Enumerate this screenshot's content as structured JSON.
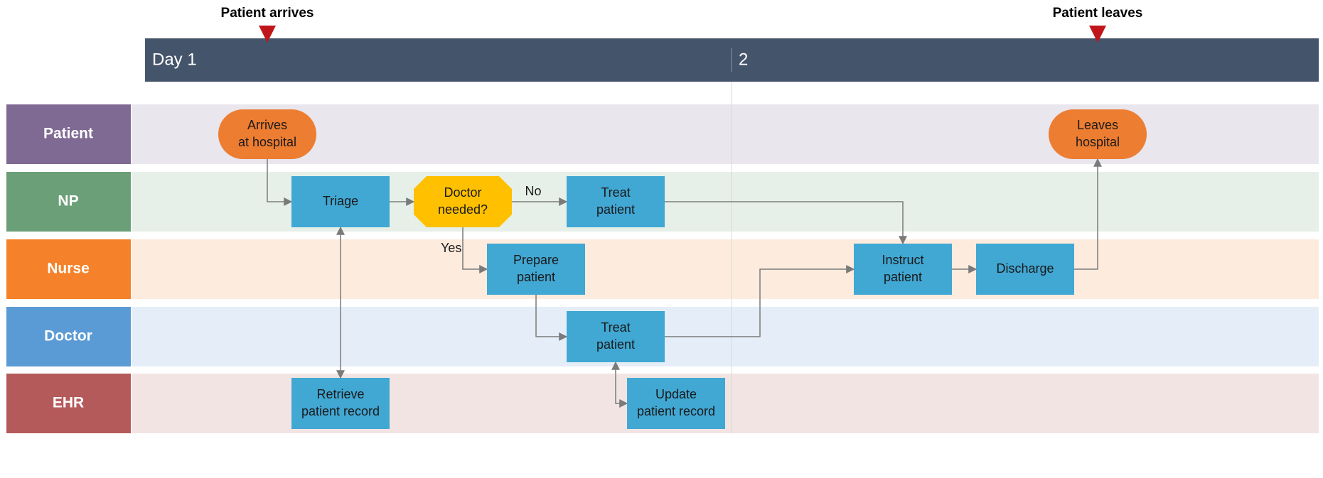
{
  "milestones": [
    {
      "id": "arrive",
      "label": "Patient arrives",
      "color": "#C0161B"
    },
    {
      "id": "leave",
      "label": "Patient leaves",
      "color": "#C0161B"
    }
  ],
  "timeline": {
    "bar_color": "#44546A",
    "days": [
      "Day 1",
      "2"
    ]
  },
  "lanes": [
    {
      "id": "patient",
      "label": "Patient",
      "header_color": "#7F6A93",
      "band_color": "#E9E6ED"
    },
    {
      "id": "np",
      "label": "NP",
      "header_color": "#6A9F78",
      "band_color": "#E6F0E8"
    },
    {
      "id": "nurse",
      "label": "Nurse",
      "header_color": "#F5822A",
      "band_color": "#FDEBDE"
    },
    {
      "id": "doctor",
      "label": "Doctor",
      "header_color": "#5B9BD5",
      "band_color": "#E5EEF8"
    },
    {
      "id": "ehr",
      "label": "EHR",
      "header_color": "#B55A5B",
      "band_color": "#F3E4E4"
    }
  ],
  "nodes": [
    {
      "id": "arrives",
      "shape": "terminator",
      "lines": [
        "Arrives",
        "at hospital"
      ],
      "color": "#ED7D31"
    },
    {
      "id": "triage",
      "shape": "process",
      "lines": [
        "Triage"
      ],
      "color": "#41A7D3"
    },
    {
      "id": "doctor-needed",
      "shape": "decision",
      "lines": [
        "Doctor",
        "needed?"
      ],
      "color": "#FFC000"
    },
    {
      "id": "treat-np",
      "shape": "process",
      "lines": [
        "Treat",
        "patient"
      ],
      "color": "#41A7D3"
    },
    {
      "id": "prepare",
      "shape": "process",
      "lines": [
        "Prepare",
        "patient"
      ],
      "color": "#41A7D3"
    },
    {
      "id": "treat-doc",
      "shape": "process",
      "lines": [
        "Treat",
        "patient"
      ],
      "color": "#41A7D3"
    },
    {
      "id": "retrieve",
      "shape": "process",
      "lines": [
        "Retrieve",
        "patient record"
      ],
      "color": "#41A7D3"
    },
    {
      "id": "update",
      "shape": "process",
      "lines": [
        "Update",
        "patient record"
      ],
      "color": "#41A7D3"
    },
    {
      "id": "instruct",
      "shape": "process",
      "lines": [
        "Instruct",
        "patient"
      ],
      "color": "#41A7D3"
    },
    {
      "id": "discharge",
      "shape": "process",
      "lines": [
        "Discharge"
      ],
      "color": "#41A7D3"
    },
    {
      "id": "leaves",
      "shape": "terminator",
      "lines": [
        "Leaves",
        "hospital"
      ],
      "color": "#ED7D31"
    }
  ],
  "edges": [
    {
      "id": "e1",
      "from": "arrives",
      "to": "triage",
      "label": ""
    },
    {
      "id": "e2",
      "from": "triage",
      "to": "doctor-needed",
      "label": ""
    },
    {
      "id": "e3",
      "from": "doctor-needed",
      "to": "treat-np",
      "label": "No"
    },
    {
      "id": "e4",
      "from": "doctor-needed",
      "to": "prepare",
      "label": "Yes"
    },
    {
      "id": "e5",
      "from": "prepare",
      "to": "treat-doc",
      "label": ""
    },
    {
      "id": "e6",
      "from": "triage",
      "to": "retrieve",
      "label": "",
      "bidirectional": true
    },
    {
      "id": "e7",
      "from": "treat-doc",
      "to": "update",
      "label": "",
      "bidirectional": true
    },
    {
      "id": "e8",
      "from": "treat-np",
      "to": "instruct",
      "label": ""
    },
    {
      "id": "e9",
      "from": "treat-doc",
      "to": "instruct",
      "label": ""
    },
    {
      "id": "e10",
      "from": "instruct",
      "to": "discharge",
      "label": ""
    },
    {
      "id": "e11",
      "from": "discharge",
      "to": "leaves",
      "label": ""
    }
  ],
  "colors": {
    "edge": "#7A7A7A",
    "day_divider": "#D9D9D9",
    "node_text": "#1A1A1A"
  }
}
